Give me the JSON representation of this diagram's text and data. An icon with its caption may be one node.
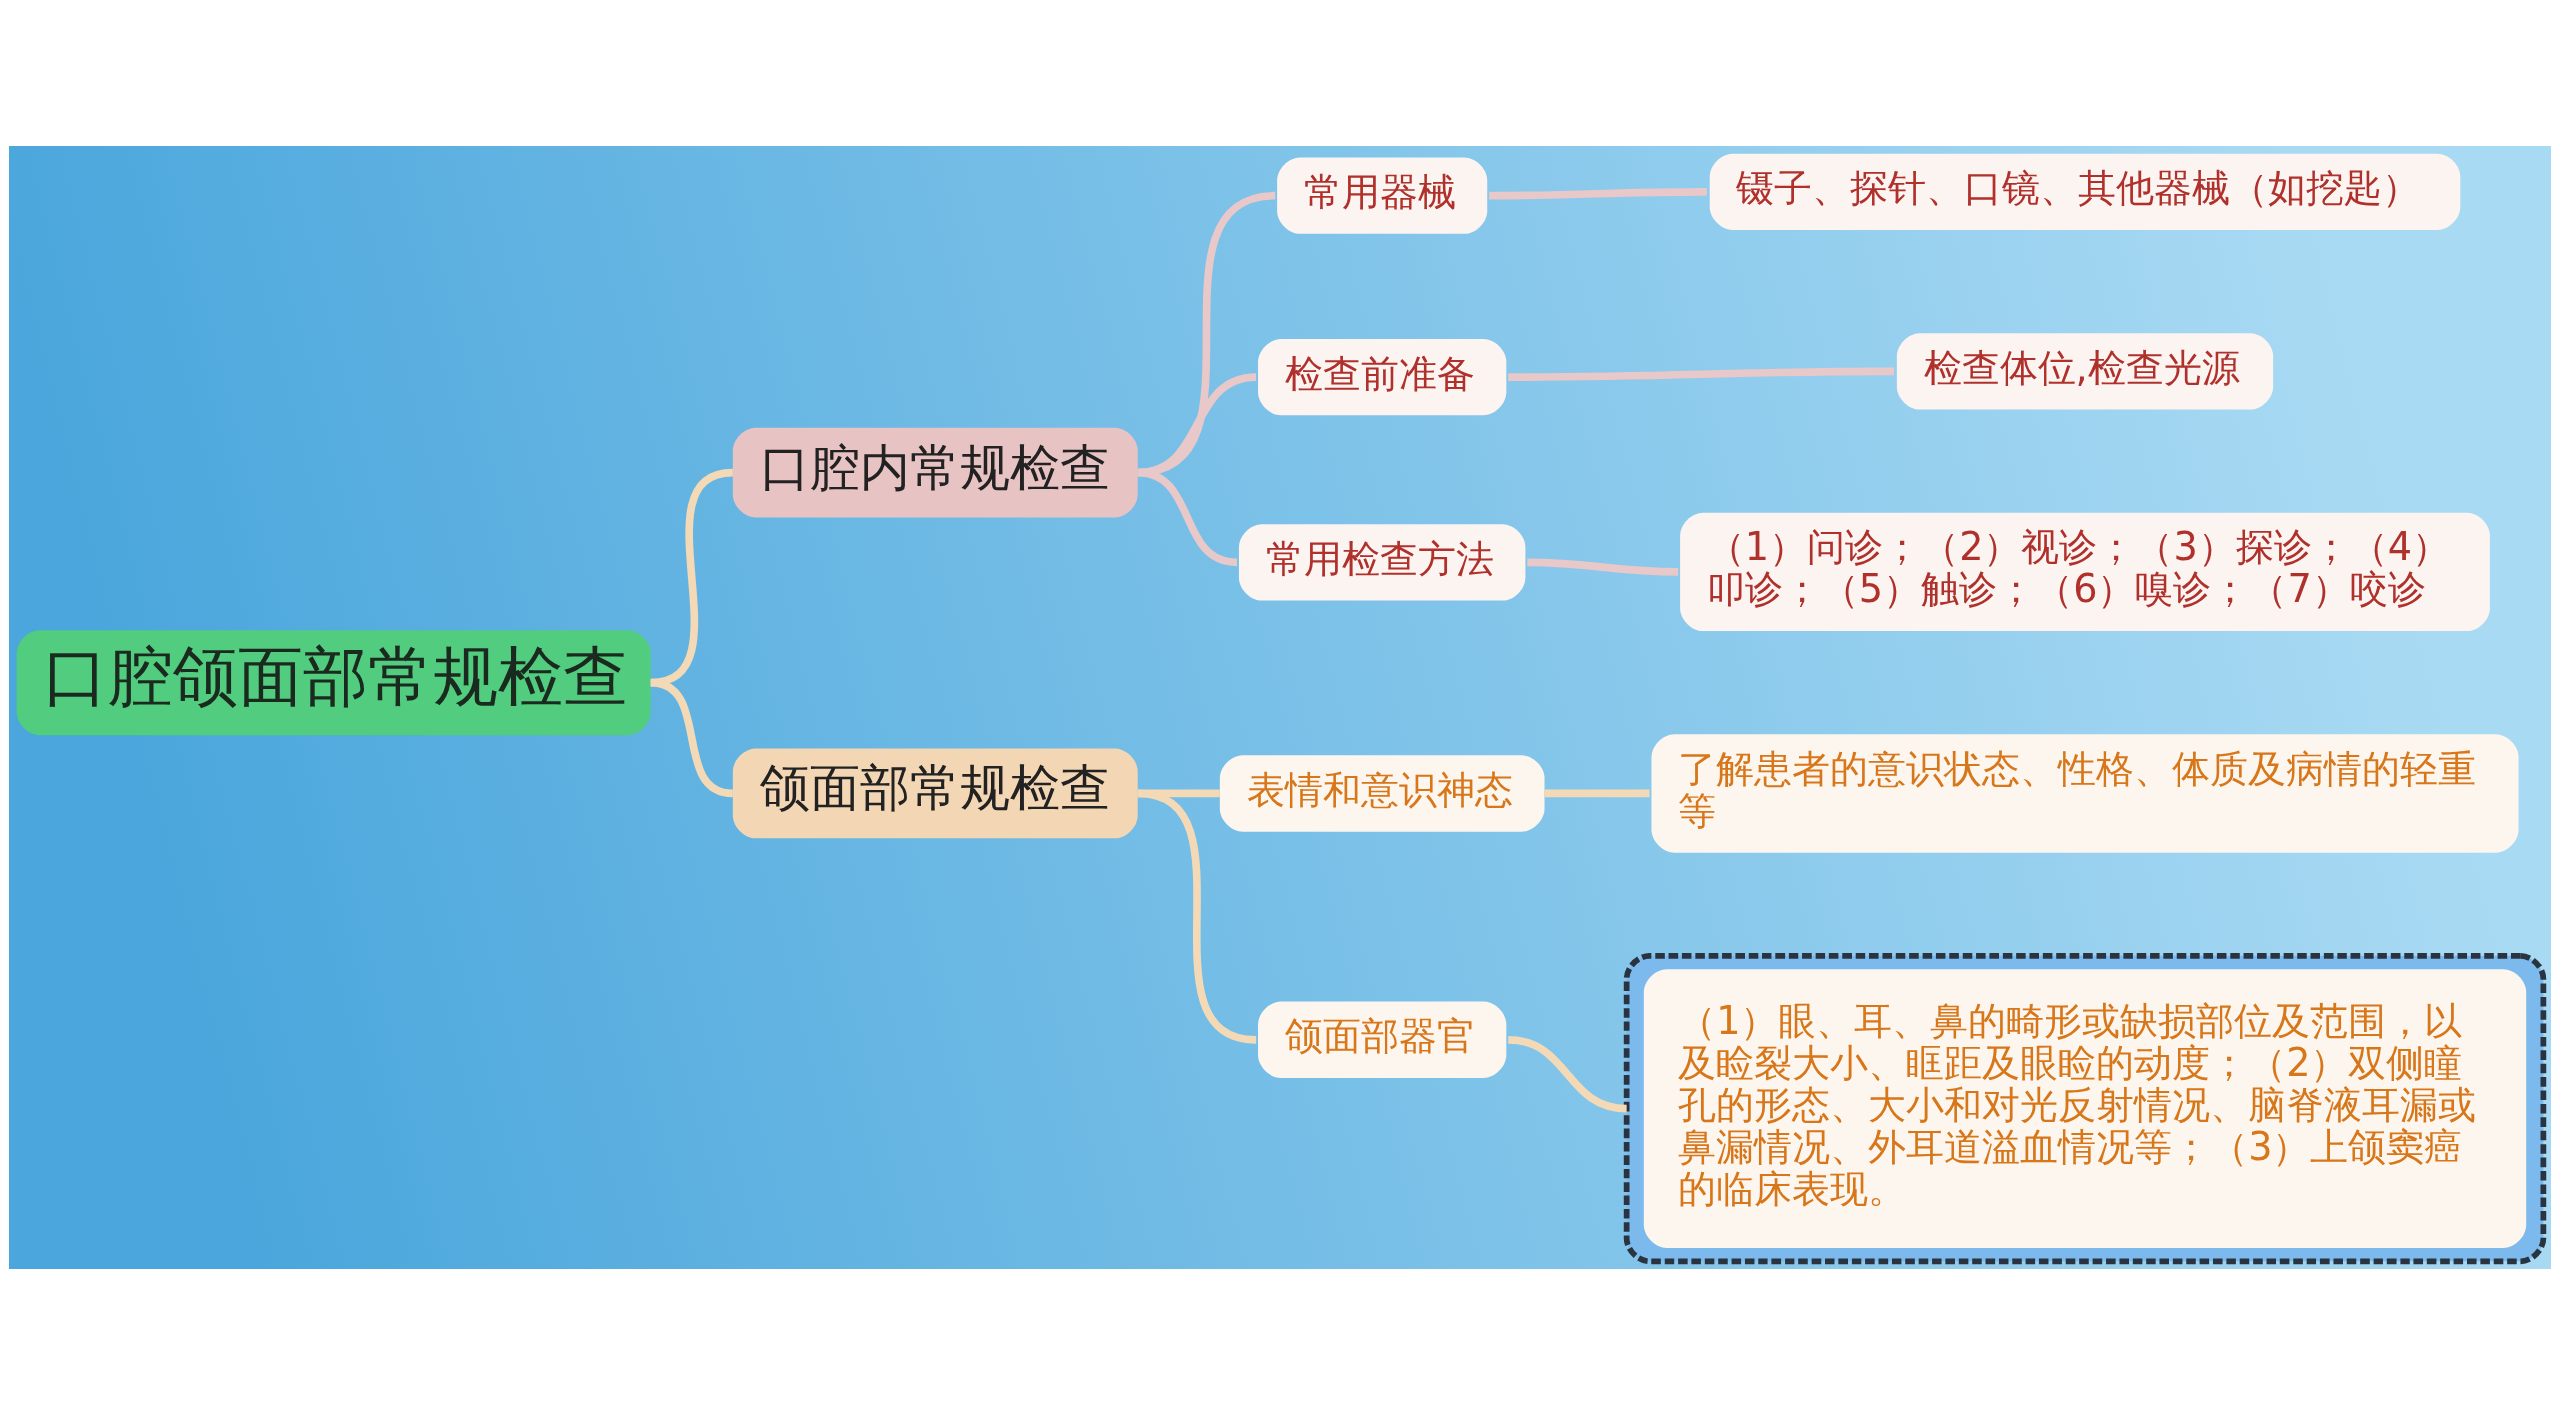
{
  "diagram": {
    "nodes": [
      {
        "text": [
          "口腔颌面部常规检查"
        ]
      },
      {
        "text": [
          "口腔内常规检查"
        ]
      },
      {
        "text": [
          "常用器械"
        ]
      },
      {
        "text": [
          "镊子、探针、口镜、其他器械（如挖匙）"
        ]
      },
      {
        "text": [
          "检查前准备"
        ]
      },
      {
        "text": [
          "检查体位,检查光源"
        ]
      },
      {
        "text": [
          "常用检查方法"
        ]
      },
      {
        "text": [
          "（1）问诊；（2）视诊；（3）探诊；（4）叩诊；（5）触诊；（6）嗅诊；（7）咬诊"
        ]
      },
      {
        "text": [
          "颌面部常规检查"
        ]
      },
      {
        "text": [
          "表情和意识神态"
        ]
      },
      {
        "text": [
          "了解患者的意识状态、性格、体质及病情的轻重等"
        ]
      },
      {
        "text": [
          "颌面部器官"
        ]
      },
      {
        "text": [
          "（1）眼、耳、鼻的畸形或缺损部位及范围，以及睑裂大小、眶距及眼睑的动度；（2）双侧瞳孔的形态、大小和对光反射情况、脑脊液耳漏或鼻漏情况、外耳道溢血情况等；（3）上颌窦癌的临床表现。"
        ]
      }
    ],
    "edges": [
      {
        "from": 0,
        "to": 1,
        "arrow": "none",
        "color": "#f3d9b5"
      },
      {
        "from": 0,
        "to": 8,
        "arrow": "none",
        "color": "#f3d9b5"
      },
      {
        "from": 1,
        "to": 2,
        "arrow": "none",
        "color": "#e8c8c8"
      },
      {
        "from": 1,
        "to": 4,
        "arrow": "none",
        "color": "#e8c8c8"
      },
      {
        "from": 1,
        "to": 6,
        "arrow": "none",
        "color": "#e8c8c8"
      },
      {
        "from": 2,
        "to": 3,
        "arrow": "none",
        "color": "#e8c8c8"
      },
      {
        "from": 4,
        "to": 5,
        "arrow": "none",
        "color": "#e8c8c8"
      },
      {
        "from": 6,
        "to": 7,
        "arrow": "none",
        "color": "#e8c8c8"
      },
      {
        "from": 8,
        "to": 9,
        "arrow": "none",
        "color": "#f3d9b5"
      },
      {
        "from": 8,
        "to": 11,
        "arrow": "none",
        "color": "#f3d9b5"
      },
      {
        "from": 9,
        "to": 10,
        "arrow": "none",
        "color": "#f3d9b5"
      },
      {
        "from": 11,
        "to": 12,
        "arrow": "none",
        "color": "#f3d9b5"
      }
    ]
  }
}
